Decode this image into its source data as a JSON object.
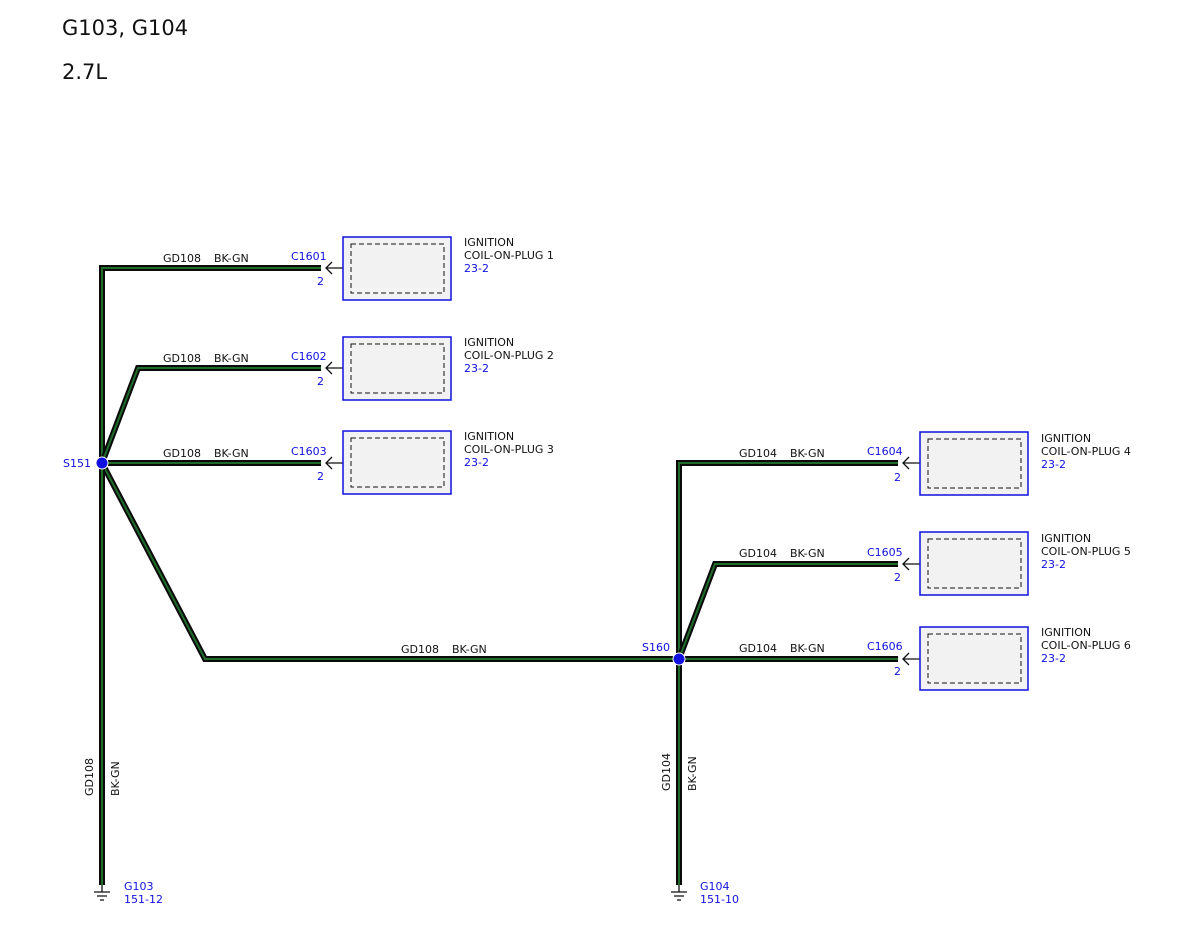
{
  "header": {
    "line1": "G103, G104",
    "line2": "2.7L"
  },
  "colors": {
    "wire_outer": "#0a0a0a",
    "wire_inner": "#1f6b2a",
    "connector_blue": "#1010e0",
    "component_fill": "#f2f2f2"
  },
  "splices": {
    "s151": "S151",
    "s160": "S160"
  },
  "wires": {
    "w1": {
      "circuit": "GD108",
      "color": "BK-GN"
    },
    "w2": {
      "circuit": "GD108",
      "color": "BK-GN"
    },
    "w3": {
      "circuit": "GD108",
      "color": "BK-GN"
    },
    "w4": {
      "circuit": "GD104",
      "color": "BK-GN"
    },
    "w5": {
      "circuit": "GD104",
      "color": "BK-GN"
    },
    "w6": {
      "circuit": "GD104",
      "color": "BK-GN"
    },
    "link": {
      "circuit": "GD108",
      "color": "BK-GN"
    },
    "g103_vertical": {
      "circuit": "GD108",
      "color": "BK-GN"
    },
    "g104_vertical": {
      "circuit": "GD104",
      "color": "BK-GN"
    }
  },
  "components": [
    {
      "connector": "C1601",
      "pin": "2",
      "name_line1": "IGNITION",
      "name_line2": "COIL-ON-PLUG 1",
      "ref": "23-2"
    },
    {
      "connector": "C1602",
      "pin": "2",
      "name_line1": "IGNITION",
      "name_line2": "COIL-ON-PLUG 2",
      "ref": "23-2"
    },
    {
      "connector": "C1603",
      "pin": "2",
      "name_line1": "IGNITION",
      "name_line2": "COIL-ON-PLUG 3",
      "ref": "23-2"
    },
    {
      "connector": "C1604",
      "pin": "2",
      "name_line1": "IGNITION",
      "name_line2": "COIL-ON-PLUG 4",
      "ref": "23-2"
    },
    {
      "connector": "C1605",
      "pin": "2",
      "name_line1": "IGNITION",
      "name_line2": "COIL-ON-PLUG 5",
      "ref": "23-2"
    },
    {
      "connector": "C1606",
      "pin": "2",
      "name_line1": "IGNITION",
      "name_line2": "COIL-ON-PLUG 6",
      "ref": "23-2"
    }
  ],
  "grounds": {
    "g103": {
      "name": "G103",
      "ref": "151-12"
    },
    "g104": {
      "name": "G104",
      "ref": "151-10"
    }
  }
}
